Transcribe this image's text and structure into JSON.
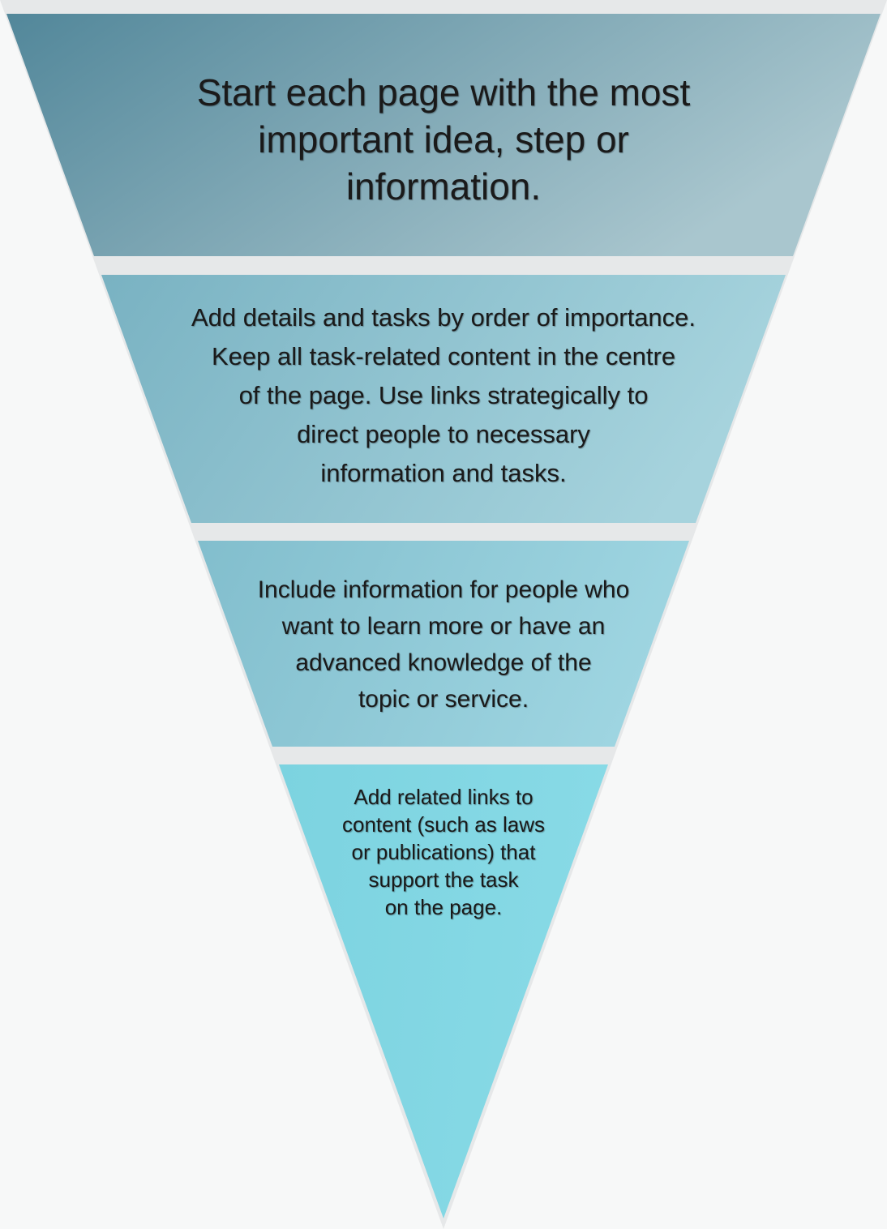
{
  "figure": {
    "type": "inverted-pyramid-funnel",
    "background_color": "#f7f8f8",
    "gap_band_color": "#e6e8e9",
    "text_color": "#1a1a1a"
  },
  "tiers": [
    {
      "id": "tier-1-most-important",
      "lines": [
        "Start each page with the most",
        "important idea, step or",
        "information."
      ],
      "gradient": {
        "from": "#52879a",
        "to": "#a9c6ce"
      }
    },
    {
      "id": "tier-2-details-and-tasks",
      "lines": [
        "Add details and tasks by order of importance.",
        "Keep all task-related content in the centre",
        "of the page. Use links strategically to",
        "direct people to necessary",
        "information and tasks."
      ],
      "gradient": {
        "from": "#79b2c2",
        "to": "#a6d3dd"
      }
    },
    {
      "id": "tier-3-advanced-information",
      "lines": [
        "Include information for people who",
        "want to learn more or have an",
        "advanced knowledge of the",
        "topic or service."
      ],
      "gradient": {
        "from": "#82becd",
        "to": "#9ed5e1"
      }
    },
    {
      "id": "tier-4-related-links",
      "lines": [
        "Add related links to",
        "content (such as laws",
        "or publications) that",
        "support the task",
        "on the page."
      ],
      "gradient": {
        "from": "#7cd3e0",
        "to": "#88dae6"
      }
    }
  ]
}
